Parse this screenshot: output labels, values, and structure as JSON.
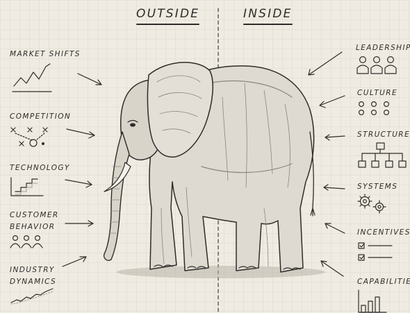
{
  "headers": {
    "outside": "OUTSIDE",
    "inside": "INSIDE"
  },
  "outside_factors": [
    {
      "label": "MARKET SHIFTS",
      "icon": "line-chart-icon"
    },
    {
      "label": "COMPETITION",
      "icon": "strategy-diagram-icon"
    },
    {
      "label": "TECHNOLOGY",
      "icon": "step-chart-icon"
    },
    {
      "label": "CUSTOMER\nBEHAVIOR",
      "icon": "people-icon"
    },
    {
      "label": "INDUSTRY\nDYNAMICS",
      "icon": "trend-line-icon"
    }
  ],
  "inside_factors": [
    {
      "label": "LEADERSHIP",
      "icon": "leaders-icon"
    },
    {
      "label": "CULTURE",
      "icon": "dots-grid-icon"
    },
    {
      "label": "STRUCTURE",
      "icon": "org-chart-icon"
    },
    {
      "label": "SYSTEMS",
      "icon": "gears-icon"
    },
    {
      "label": "INCENTIVES",
      "icon": "checklist-icon"
    },
    {
      "label": "CAPABILITIES",
      "icon": "bar-chart-icon"
    }
  ],
  "colors": {
    "paper": "#efebe2",
    "ink": "#2e2c29",
    "shade": "#8a8680"
  }
}
